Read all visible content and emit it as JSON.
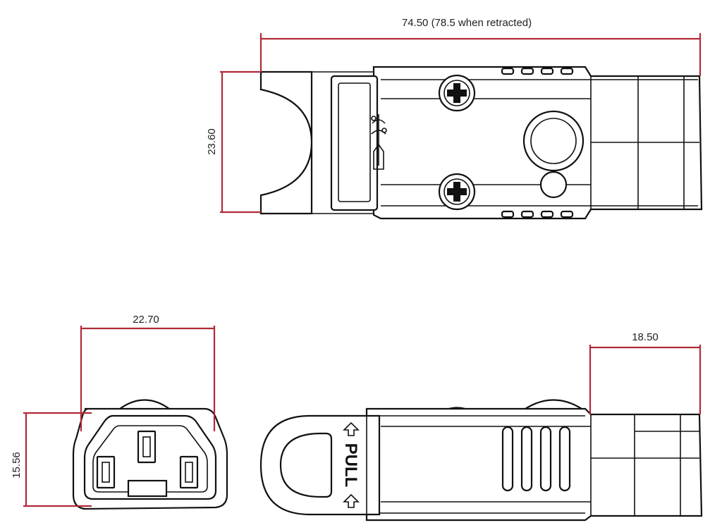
{
  "colors": {
    "dimension_line": "#b02a37",
    "outline": "#111111",
    "background": "#ffffff"
  },
  "dimensions": {
    "overall_length": "74.50 (78.5 when retracted)",
    "top_height": "23.60",
    "face_width": "22.70",
    "face_height": "15.56",
    "side_length": "18.50"
  },
  "labels": {
    "pull": "PULL"
  },
  "icons": [
    "screw-icon",
    "arrow-up-icon",
    "usb-symbol-icon"
  ]
}
